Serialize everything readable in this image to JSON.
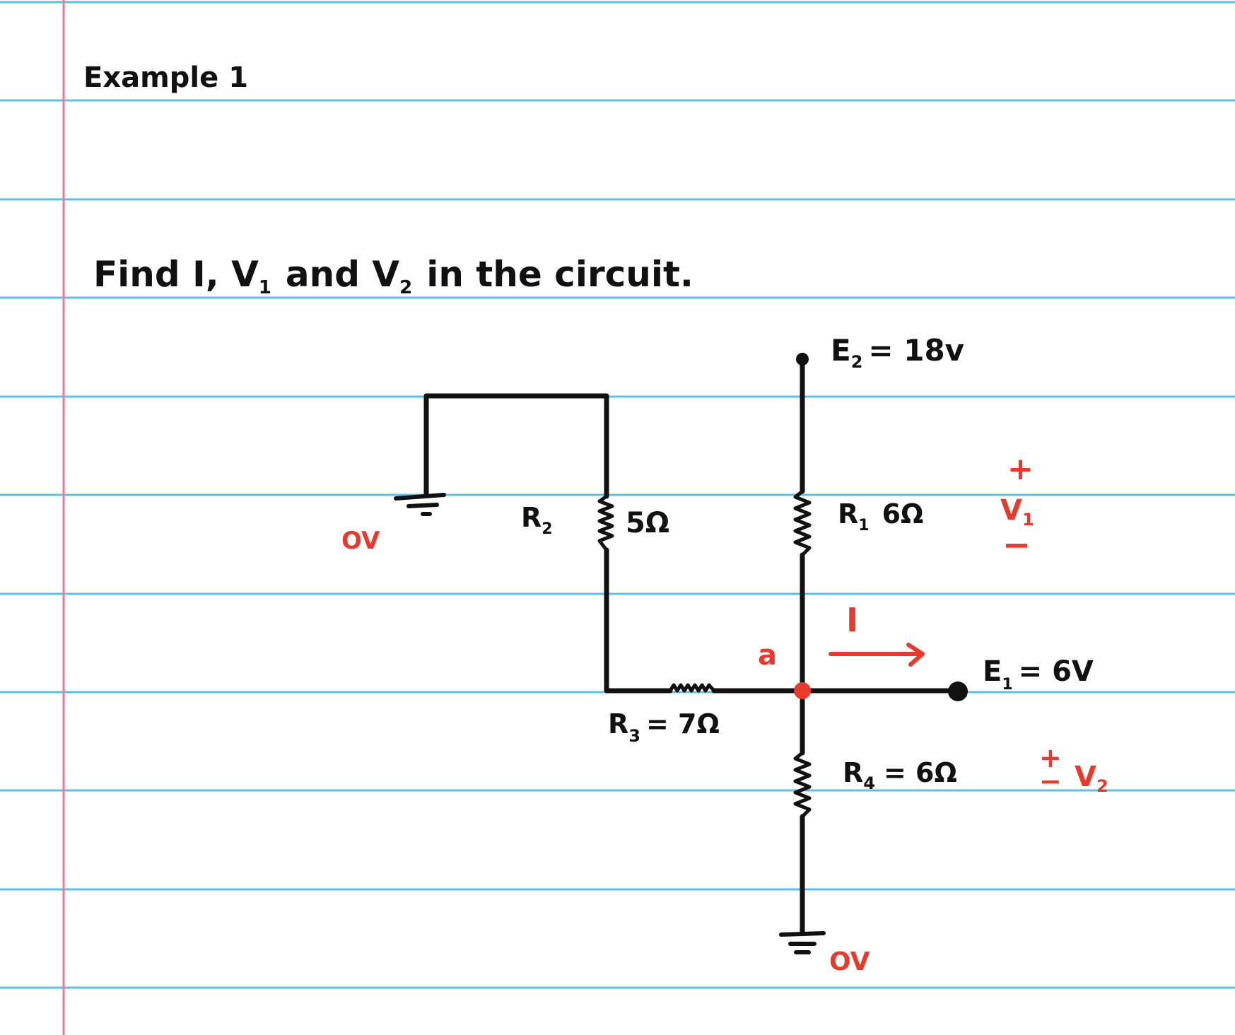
{
  "heading": "Example 1",
  "problem": {
    "find_prefix": "Find I, V",
    "v1_sub": "1",
    "and_text": "and V",
    "v2_sub": "2",
    "rest": "in the circuit."
  },
  "labels": {
    "e2_main": "E",
    "e2_sub": "2",
    "e2_value": "= 18v",
    "r1_main": "R",
    "r1_sub": "1",
    "r1_value": "6Ω",
    "r2_main": "R",
    "r2_sub": "2",
    "r2_value": "5Ω",
    "r3_main": "R",
    "r3_sub": "3",
    "r3_value": "= 7Ω",
    "r4_main": "R",
    "r4_sub": "4",
    "r4_value": "= 6Ω",
    "e1_main": "E",
    "e1_sub": "1",
    "e1_value": "= 6V",
    "ground_left": "OV",
    "ground_bottom": "OV",
    "node_a": "a",
    "current": "I",
    "v1_plus": "+",
    "v1_main": "V",
    "v1_sub": "1",
    "v1_minus": "−",
    "v2_plus": "+",
    "v2_minus": "−",
    "v2_main": "V",
    "v2_sub": "2"
  },
  "colors": {
    "rule_line": "#5bc0eb",
    "margin_line": "#f07a94",
    "ink": "#111111",
    "accent": "#e8392b"
  }
}
